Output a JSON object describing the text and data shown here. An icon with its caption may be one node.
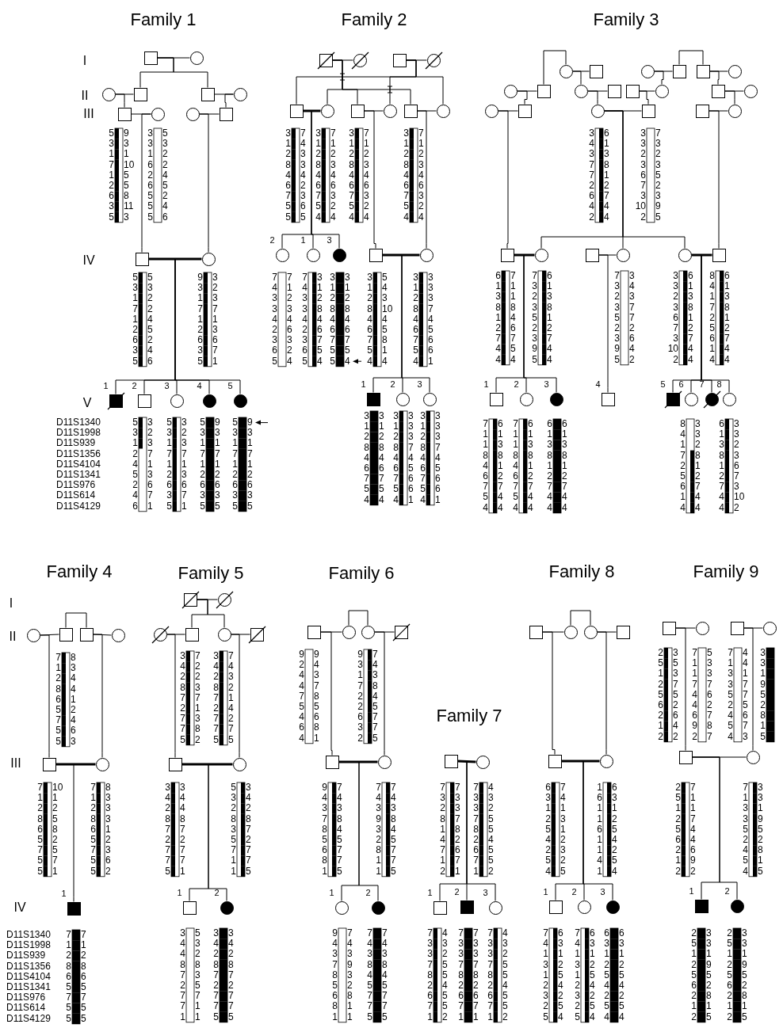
{
  "diagram": {
    "nodes": [
      {
        "text": [],
        "shape": "box"
      },
      {
        "text": [],
        "shape": "circle"
      },
      {
        "text": [],
        "shape": "circle"
      },
      {
        "text": [],
        "shape": "box"
      },
      {
        "text": [],
        "shape": "box"
      },
      {
        "text": [],
        "shape": "circle"
      },
      {
        "text": [],
        "shape": "box"
      },
      {
        "text": [],
        "shape": "circle"
      },
      {
        "text": [],
        "shape": "circle"
      },
      {
        "text": [],
        "shape": "box"
      },
      {
        "text": [],
        "shape": "box"
      },
      {
        "text": [],
        "shape": "circle"
      },
      {
        "text": [],
        "shape": "box",
        "beside": [
          "1"
        ]
      },
      {
        "text": [],
        "shape": "box",
        "beside": [
          "2"
        ]
      },
      {
        "text": [],
        "shape": "circle",
        "beside": [
          "3"
        ]
      },
      {
        "text": [],
        "shape": "circle",
        "beside": [
          "4"
        ]
      },
      {
        "text": [],
        "shape": "circle",
        "beside": [
          "5"
        ]
      },
      {
        "text": [],
        "shape": "box"
      },
      {
        "text": [],
        "shape": "circle"
      },
      {
        "text": [],
        "shape": "box"
      },
      {
        "text": [],
        "shape": "circle"
      },
      {
        "text": [],
        "shape": "box"
      },
      {
        "text": [],
        "shape": "circle"
      },
      {
        "text": [],
        "shape": "box"
      },
      {
        "text": [],
        "shape": "circle"
      },
      {
        "text": [],
        "shape": "box"
      },
      {
        "text": [],
        "shape": "circle"
      },
      {
        "text": [],
        "shape": "circle",
        "beside": [
          "2"
        ]
      },
      {
        "text": [],
        "shape": "circle",
        "beside": [
          "1"
        ]
      },
      {
        "text": [],
        "shape": "circle",
        "beside": [
          "3"
        ]
      },
      {
        "text": [],
        "shape": "box"
      },
      {
        "text": [],
        "shape": "circle"
      },
      {
        "text": [],
        "shape": "box",
        "beside": [
          "1"
        ]
      },
      {
        "text": [],
        "shape": "circle",
        "beside": [
          "2"
        ]
      },
      {
        "text": [],
        "shape": "circle",
        "beside": [
          "3"
        ]
      },
      {
        "text": [],
        "shape": "circle"
      },
      {
        "text": [],
        "shape": "box"
      },
      {
        "text": [],
        "shape": "circle"
      },
      {
        "text": [],
        "shape": "box"
      },
      {
        "text": [],
        "shape": "box"
      },
      {
        "text": [],
        "shape": "circle"
      },
      {
        "text": [],
        "shape": "circle"
      },
      {
        "text": [],
        "shape": "box"
      },
      {
        "text": [],
        "shape": "circle"
      },
      {
        "text": [],
        "shape": "box"
      },
      {
        "text": [],
        "shape": "box"
      },
      {
        "text": [],
        "shape": "circle"
      },
      {
        "text": [],
        "shape": "box"
      },
      {
        "text": [],
        "shape": "circle"
      },
      {
        "text": [],
        "shape": "circle"
      },
      {
        "text": [],
        "shape": "box"
      },
      {
        "text": [],
        "shape": "circle"
      },
      {
        "text": [],
        "shape": "box"
      },
      {
        "text": [],
        "shape": "box"
      },
      {
        "text": [],
        "shape": "circle"
      },
      {
        "text": [],
        "shape": "box"
      },
      {
        "text": [],
        "shape": "circle"
      },
      {
        "text": [],
        "shape": "box"
      },
      {
        "text": [],
        "shape": "circle"
      },
      {
        "text": [],
        "shape": "circle"
      },
      {
        "text": [],
        "shape": "box"
      },
      {
        "text": [],
        "shape": "box",
        "beside": [
          "1"
        ]
      },
      {
        "text": [],
        "shape": "circle",
        "beside": [
          "2"
        ]
      },
      {
        "text": [],
        "shape": "circle",
        "beside": [
          "3"
        ]
      },
      {
        "text": [],
        "shape": "box",
        "beside": [
          "4"
        ]
      },
      {
        "text": [],
        "shape": "box",
        "beside": [
          "5"
        ]
      },
      {
        "text": [],
        "shape": "circle",
        "beside": [
          "6"
        ]
      },
      {
        "text": [],
        "shape": "circle",
        "beside": [
          "7"
        ]
      },
      {
        "text": [],
        "shape": "circle",
        "beside": [
          "8"
        ]
      },
      {
        "text": [],
        "shape": "circle"
      },
      {
        "text": [],
        "shape": "box"
      },
      {
        "text": [],
        "shape": "box"
      },
      {
        "text": [],
        "shape": "circle"
      },
      {
        "text": [],
        "shape": "box"
      },
      {
        "text": [],
        "shape": "circle"
      },
      {
        "text": [],
        "shape": "box",
        "beside": [
          "1"
        ]
      },
      {
        "text": [],
        "shape": "box"
      },
      {
        "text": [],
        "shape": "circle"
      },
      {
        "text": [],
        "shape": "circle"
      },
      {
        "text": [],
        "shape": "box"
      },
      {
        "text": [],
        "shape": "circle"
      },
      {
        "text": [],
        "shape": "box"
      },
      {
        "text": [],
        "shape": "box"
      },
      {
        "text": [],
        "shape": "circle"
      },
      {
        "text": [],
        "shape": "box",
        "beside": [
          "1"
        ]
      },
      {
        "text": [],
        "shape": "circle",
        "beside": [
          "2"
        ]
      },
      {
        "text": [],
        "shape": "box"
      },
      {
        "text": [],
        "shape": "circle"
      },
      {
        "text": [],
        "shape": "circle"
      },
      {
        "text": [],
        "shape": "box"
      },
      {
        "text": [],
        "shape": "box"
      },
      {
        "text": [],
        "shape": "circle"
      },
      {
        "text": [],
        "shape": "circle",
        "beside": [
          "1"
        ]
      },
      {
        "text": [],
        "shape": "circle",
        "beside": [
          "2"
        ]
      },
      {
        "text": [],
        "shape": "box"
      },
      {
        "text": [],
        "shape": "circle"
      },
      {
        "text": [],
        "shape": "box",
        "beside": [
          "1"
        ]
      },
      {
        "text": [],
        "shape": "box",
        "beside": [
          "2"
        ]
      },
      {
        "text": [],
        "shape": "circle",
        "beside": [
          "3"
        ]
      },
      {
        "text": [],
        "shape": "box"
      },
      {
        "text": [],
        "shape": "circle"
      },
      {
        "text": [],
        "shape": "circle"
      },
      {
        "text": [],
        "shape": "box"
      },
      {
        "text": [],
        "shape": "box"
      },
      {
        "text": [],
        "shape": "circle"
      },
      {
        "text": [],
        "shape": "box",
        "beside": [
          "1"
        ]
      },
      {
        "text": [],
        "shape": "circle",
        "beside": [
          "2"
        ]
      },
      {
        "text": [],
        "shape": "circle",
        "beside": [
          "3"
        ]
      },
      {
        "text": [],
        "shape": "box"
      },
      {
        "text": [],
        "shape": "circle"
      },
      {
        "text": [],
        "shape": "box"
      },
      {
        "text": [],
        "shape": "circle"
      },
      {
        "text": [],
        "shape": "box"
      },
      {
        "text": [],
        "shape": "circle"
      },
      {
        "text": [],
        "shape": "box",
        "beside": [
          "1"
        ]
      },
      {
        "text": [],
        "shape": "circle",
        "beside": [
          "2"
        ]
      }
    ],
    "edges": [
      {
        "from": 0,
        "to": 1,
        "arrow": "none"
      },
      {
        "from": 0,
        "to": 3,
        "arrow": "none"
      },
      {
        "from": 0,
        "to": 4,
        "arrow": "none"
      },
      {
        "from": 2,
        "to": 3,
        "arrow": "none"
      },
      {
        "from": 2,
        "to": 6,
        "arrow": "none"
      },
      {
        "from": 4,
        "to": 5,
        "arrow": "none"
      },
      {
        "from": 5,
        "to": 9,
        "arrow": "none"
      },
      {
        "from": 6,
        "to": 7,
        "arrow": "none"
      },
      {
        "from": 7,
        "to": 10,
        "arrow": "none"
      },
      {
        "from": 8,
        "to": 9,
        "arrow": "none"
      },
      {
        "from": 8,
        "to": 11,
        "arrow": "none"
      },
      {
        "from": 10,
        "to": 11,
        "arrow": "none",
        "style": "thick"
      },
      {
        "from": 10,
        "to": 12,
        "arrow": "none"
      },
      {
        "from": 10,
        "to": 13,
        "arrow": "none"
      },
      {
        "from": 10,
        "to": 14,
        "arrow": "none"
      },
      {
        "from": 10,
        "to": 15,
        "arrow": "none"
      },
      {
        "from": 10,
        "to": 16,
        "arrow": "none"
      },
      {
        "from": 17,
        "to": 18,
        "arrow": "none"
      },
      {
        "from": 19,
        "to": 20,
        "arrow": "none"
      },
      {
        "from": 19,
        "to": 21,
        "arrow": "none"
      },
      {
        "from": 19,
        "to": 24,
        "arrow": "none"
      },
      {
        "from": 19,
        "to": 26,
        "arrow": "none"
      },
      {
        "from": 17,
        "to": 22,
        "arrow": "none"
      },
      {
        "from": 17,
        "to": 23,
        "arrow": "none"
      },
      {
        "from": 17,
        "to": 25,
        "arrow": "none"
      },
      {
        "from": 21,
        "to": 22,
        "arrow": "none",
        "style": "thick"
      },
      {
        "from": 21,
        "to": 27,
        "arrow": "none"
      },
      {
        "from": 21,
        "to": 28,
        "arrow": "none"
      },
      {
        "from": 21,
        "to": 29,
        "arrow": "none"
      },
      {
        "from": 23,
        "to": 24,
        "arrow": "none"
      },
      {
        "from": 23,
        "to": 30,
        "arrow": "none"
      },
      {
        "from": 25,
        "to": 26,
        "arrow": "none"
      },
      {
        "from": 25,
        "to": 31,
        "arrow": "none"
      },
      {
        "from": 30,
        "to": 31,
        "arrow": "none",
        "style": "thick"
      },
      {
        "from": 30,
        "to": 32,
        "arrow": "none"
      },
      {
        "from": 30,
        "to": 33,
        "arrow": "none"
      },
      {
        "from": 30,
        "to": 34,
        "arrow": "none"
      },
      {
        "from": 35,
        "to": 36,
        "arrow": "none"
      },
      {
        "from": 35,
        "to": 43,
        "arrow": "none"
      },
      {
        "from": 37,
        "to": 38,
        "arrow": "none"
      },
      {
        "from": 37,
        "to": 46,
        "arrow": "none"
      },
      {
        "from": 38,
        "to": 39,
        "arrow": "none"
      },
      {
        "from": 39,
        "to": 40,
        "arrow": "none"
      },
      {
        "from": 39,
        "to": 47,
        "arrow": "none"
      },
      {
        "from": 42,
        "to": 35,
        "arrow": "none"
      },
      {
        "from": 41,
        "to": 42,
        "arrow": "none"
      },
      {
        "from": 41,
        "to": 50,
        "arrow": "none"
      },
      {
        "from": 43,
        "to": 44,
        "arrow": "none"
      },
      {
        "from": 43,
        "to": 51,
        "arrow": "none"
      },
      {
        "from": 45,
        "to": 46,
        "arrow": "none"
      },
      {
        "from": 45,
        "to": 52,
        "arrow": "none"
      },
      {
        "from": 47,
        "to": 48,
        "arrow": "none"
      },
      {
        "from": 47,
        "to": 54,
        "arrow": "none"
      },
      {
        "from": 49,
        "to": 50,
        "arrow": "none"
      },
      {
        "from": 49,
        "to": 55,
        "arrow": "none"
      },
      {
        "from": 51,
        "to": 52,
        "arrow": "none"
      },
      {
        "from": 51,
        "to": 56,
        "arrow": "none"
      },
      {
        "from": 51,
        "to": 58,
        "arrow": "none"
      },
      {
        "from": 51,
        "to": 59,
        "arrow": "none"
      },
      {
        "from": 53,
        "to": 54,
        "arrow": "none"
      },
      {
        "from": 53,
        "to": 60,
        "arrow": "none"
      },
      {
        "from": 55,
        "to": 56,
        "arrow": "none",
        "style": "thick"
      },
      {
        "from": 55,
        "to": 61,
        "arrow": "none"
      },
      {
        "from": 55,
        "to": 62,
        "arrow": "none"
      },
      {
        "from": 55,
        "to": 63,
        "arrow": "none"
      },
      {
        "from": 57,
        "to": 58,
        "arrow": "none"
      },
      {
        "from": 57,
        "to": 64,
        "arrow": "none"
      },
      {
        "from": 59,
        "to": 60,
        "arrow": "none",
        "style": "thick"
      },
      {
        "from": 59,
        "to": 65,
        "arrow": "none"
      },
      {
        "from": 59,
        "to": 66,
        "arrow": "none"
      },
      {
        "from": 59,
        "to": 67,
        "arrow": "none"
      },
      {
        "from": 59,
        "to": 68,
        "arrow": "none"
      },
      {
        "from": 69,
        "to": 70,
        "arrow": "none"
      },
      {
        "from": 70,
        "to": 71,
        "arrow": "none"
      },
      {
        "from": 71,
        "to": 72,
        "arrow": "none"
      },
      {
        "from": 69,
        "to": 73,
        "arrow": "none"
      },
      {
        "from": 71,
        "to": 74,
        "arrow": "none"
      },
      {
        "from": 73,
        "to": 74,
        "arrow": "none",
        "style": "thick"
      },
      {
        "from": 73,
        "to": 75,
        "arrow": "none"
      },
      {
        "from": 76,
        "to": 77,
        "arrow": "none"
      },
      {
        "from": 76,
        "to": 79,
        "arrow": "none"
      },
      {
        "from": 76,
        "to": 80,
        "arrow": "none"
      },
      {
        "from": 78,
        "to": 79,
        "arrow": "none"
      },
      {
        "from": 78,
        "to": 82,
        "arrow": "none"
      },
      {
        "from": 80,
        "to": 81,
        "arrow": "none"
      },
      {
        "from": 80,
        "to": 83,
        "arrow": "none"
      },
      {
        "from": 82,
        "to": 83,
        "arrow": "none",
        "style": "thick"
      },
      {
        "from": 82,
        "to": 84,
        "arrow": "none"
      },
      {
        "from": 82,
        "to": 85,
        "arrow": "none"
      },
      {
        "from": 86,
        "to": 87,
        "arrow": "none"
      },
      {
        "from": 87,
        "to": 88,
        "arrow": "none"
      },
      {
        "from": 88,
        "to": 89,
        "arrow": "none"
      },
      {
        "from": 86,
        "to": 90,
        "arrow": "none"
      },
      {
        "from": 88,
        "to": 91,
        "arrow": "none"
      },
      {
        "from": 90,
        "to": 91,
        "arrow": "none",
        "style": "thick"
      },
      {
        "from": 90,
        "to": 92,
        "arrow": "none"
      },
      {
        "from": 90,
        "to": 93,
        "arrow": "none"
      },
      {
        "from": 94,
        "to": 95,
        "arrow": "none",
        "style": "thick"
      },
      {
        "from": 94,
        "to": 96,
        "arrow": "none"
      },
      {
        "from": 94,
        "to": 97,
        "arrow": "none"
      },
      {
        "from": 94,
        "to": 98,
        "arrow": "none"
      },
      {
        "from": 99,
        "to": 100,
        "arrow": "none"
      },
      {
        "from": 100,
        "to": 101,
        "arrow": "none"
      },
      {
        "from": 101,
        "to": 102,
        "arrow": "none"
      },
      {
        "from": 99,
        "to": 103,
        "arrow": "none"
      },
      {
        "from": 101,
        "to": 104,
        "arrow": "none"
      },
      {
        "from": 103,
        "to": 104,
        "arrow": "none",
        "style": "thick"
      },
      {
        "from": 103,
        "to": 105,
        "arrow": "none"
      },
      {
        "from": 103,
        "to": 106,
        "arrow": "none"
      },
      {
        "from": 103,
        "to": 107,
        "arrow": "none"
      },
      {
        "from": 108,
        "to": 109,
        "arrow": "none"
      },
      {
        "from": 110,
        "to": 111,
        "arrow": "none"
      },
      {
        "from": 108,
        "to": 112,
        "arrow": "none"
      },
      {
        "from": 110,
        "to": 113,
        "arrow": "none"
      },
      {
        "from": 112,
        "to": 113,
        "arrow": "none"
      },
      {
        "from": 112,
        "to": 114,
        "arrow": "none"
      },
      {
        "from": 112,
        "to": 115,
        "arrow": "none"
      }
    ],
    "labels": [
      "Family 1",
      "I",
      "II",
      "III",
      "IV",
      "V",
      "5 3 1 7 1 2 6 3 5",
      "9 3 1 10 5 5 8 11 3",
      "3 3 1 6 2 6 5 5 5",
      "5 3 2 2 4 5 2 4 6",
      "5 3 1 7 1 2 6 3 5",
      "5 3 2 2 4 5 2 4 6",
      "9 3 1 7 1 2 6 3 5",
      "3 2 3 7 1 3 6 7 1",
      "D11S1340 D11S1998 D11S939 D11S1356 D11S4104 D11S1341 D11S976 D11S614 D11S4129",
      "5 3 1 2 4 5 2 4 6",
      "3 2 3 7 1 3 6 7 1",
      "5 3 1 7 1 2 6 3 5",
      "3 2 3 7 1 3 6 7 1",
      "5 3 1 7 1 2 6 3 5",
      "9 3 1 7 1 2 6 3 5",
      "5 3 1 7 1 2 6 3 5",
      "9 3 1 7 1 2 6 3 5",
      "Family 2",
      "3 1 2 8 4 6 7 5 5",
      "7 4 3 3 4 2 3 6 5",
      "3 1 2 8 4 6 7 5 4",
      "7 1 2 3 4 6 3 2 4",
      "3 1 2 8 4 6 7 5 4",
      "7 1 2 3 4 6 3 2 4",
      "3 1 2 8 4 6 7 5 4",
      "7 1 2 3 4 6 3 2 4",
      "7 4 3 3 4 2 3 6 5",
      "7 1 2 3 4 6 3 2 4",
      "7 4 3 3 4 2 3 6 5",
      "3 1 2 8 4 6 7 5 4",
      "3 1 2 8 4 6 7 5 5",
      "3 1 2 8 4 6 7 5 4",
      "3 1 2 8 4 6 7 5 4",
      "5 4 3 10 4 5 8 1 4",
      "3 1 2 8 4 6 7 5 4",
      "3 3 3 7 4 5 6 6 1",
      "3 1 2 8 4 6 7 5 4",
      "3 1 2 8 4 6 7 5 4",
      "3 1 2 8 4 6 7 5 4",
      "3 3 3 7 4 5 6 6 1",
      "3 1 2 8 4 6 7 5 4",
      "3 3 3 7 4 5 6 6 1",
      "Family 3",
      "3 4 3 7 7 2 6 4 2",
      "6 1 3 8 1 2 7 4 4",
      "3 3 2 3 6 7 3 10 2",
      "7 3 2 3 5 2 3 9 5",
      "6 1 3 8 1 2 7 4 4",
      "7 1 1 8 4 6 7 5 4",
      "7 3 2 3 5 2 3 9 5",
      "6 1 3 8 1 2 7 4 4",
      "7 3 2 3 5 2 3 9 5",
      "3 4 3 7 7 2 6 4 2",
      "3 3 2 3 6 7 3 10 2",
      "6 1 3 8 1 2 7 4 4",
      "8 4 1 7 2 5 6 1 4",
      "6 1 3 8 1 2 7 4 4",
      "7 1 1 8 4 6 7 5 4",
      "6 1 3 8 1 2 7 4 4",
      "7 1 1 8 4 6 7 5 4",
      "6 1 3 8 1 2 7 4 4",
      "6 1 3 8 1 2 7 4 4",
      "6 1 3 8 1 2 7 4 4",
      "8 4 1 7 2 5 6 1 4",
      "3 3 2 8 1 2 7 4 4",
      "6 1 3 8 1 2 7 4 4",
      "3 3 2 3 6 7 3 10 2",
      "Family 4",
      "I",
      "II",
      "III",
      "IV",
      "7 1 2 8 6 5 7 5 5",
      "8 3 4 4 1 2 4 6 3",
      "7 1 2 8 6 5 7 5 5",
      "10 1 2 5 8 2 5 7 1",
      "7 1 2 8 6 5 7 5 5",
      "8 3 3 3 1 2 3 6 2",
      "D11S1340 D11S1998 D11S939 D11S1356 D11S4104 D11S1341 D11S976 D11S614 D11S4129",
      "7 1 2 8 6 5 7 5 5",
      "7 1 2 8 6 5 7 5 5",
      "Family 5",
      "3 4 2 8 7 2 7 7 5",
      "7 2 2 3 7 1 3 8 2",
      "3 4 2 8 7 2 7 7 5",
      "7 4 3 2 1 4 2 7 5",
      "3 4 2 8 7 2 7 7 5",
      "3 4 4 8 7 2 7 7 1",
      "5 3 2 8 3 5 7 1 1",
      "3 4 2 8 7 2 7 7 5",
      "3 4 4 8 7 2 7 7 1",
      "5 3 2 8 3 5 7 1 1",
      "3 4 2 8 7 2 7 7 5",
      "3 4 2 8 7 2 7 7 5",
      "Family 6",
      "9 2 4 4 7 5 4 6 4",
      "9 4 3 7 8 5 6 8 1",
      "9 3 1 7 2 2 6 3 2",
      "7 4 3 8 4 5 7 7 5",
      "9 4 3 7 8 5 6 8 1",
      "7 4 3 8 4 5 7 7 5",
      "7 4 3 9 3 2 8 1 1",
      "7 4 3 8 4 5 7 7 5",
      "9 4 3 7 8 5 6 8 1",
      "7 4 3 9 3 2 8 1 1",
      "7 4 3 8 4 5 7 7 5",
      "7 4 3 8 4 5 7 7 5",
      "Family 7",
      "7 3 2 8 1 4 7 1 2",
      "7 3 3 7 8 2 6 7 1",
      "7 3 3 7 8 2 6 7 1",
      "4 3 2 5 5 4 5 5 2",
      "7 3 3 7 8 2 6 7 1",
      "4 3 2 5 5 4 5 5 2",
      "7 3 3 7 8 2 6 7 1",
      "7 3 3 7 8 2 6 7 1",
      "7 3 3 7 8 2 6 7 1",
      "4 3 2 5 5 4 5 5 2",
      "Family 8",
      "6 3 1 2 5 4 2 5 4",
      "7 4 1 3 1 2 3 2 5",
      "1 6 1 1 6 1 1 4 1",
      "6 3 1 2 5 4 2 5 4",
      "7 4 1 3 1 2 3 2 5",
      "6 3 1 2 5 4 2 5 4",
      "7 4 1 3 1 2 3 2 5",
      "6 3 1 2 5 4 2 5 4",
      "6 3 1 2 5 4 2 5 4",
      "6 3 1 2 5 4 2 5 4",
      "Family 9",
      "2 5 1 2 5 6 2 1 2",
      "3 5 3 7 5 2 6 4 2",
      "7 1 1 7 4 4 6 9 2",
      "5 3 3 7 6 2 7 8 7",
      "7 1 3 3 5 2 4 5 4",
      "4 4 1 7 7 5 6 7 3",
      "3 3 1 9 5 2 8 1 5",
      "2 5 1 2 5 6 2 1 2",
      "7 1 1 7 4 4 6 9 2",
      "7 1 3 3 5 2 4 5 4",
      "3 3 1 9 5 2 8 1 5",
      "2 5 1 2 5 6 2 1 2",
      "3 3 1 9 5 2 8 1 5",
      "2 5 1 2 5 6 2 1 2",
      "3 3 1 9 5 2 8 1 5"
    ]
  }
}
